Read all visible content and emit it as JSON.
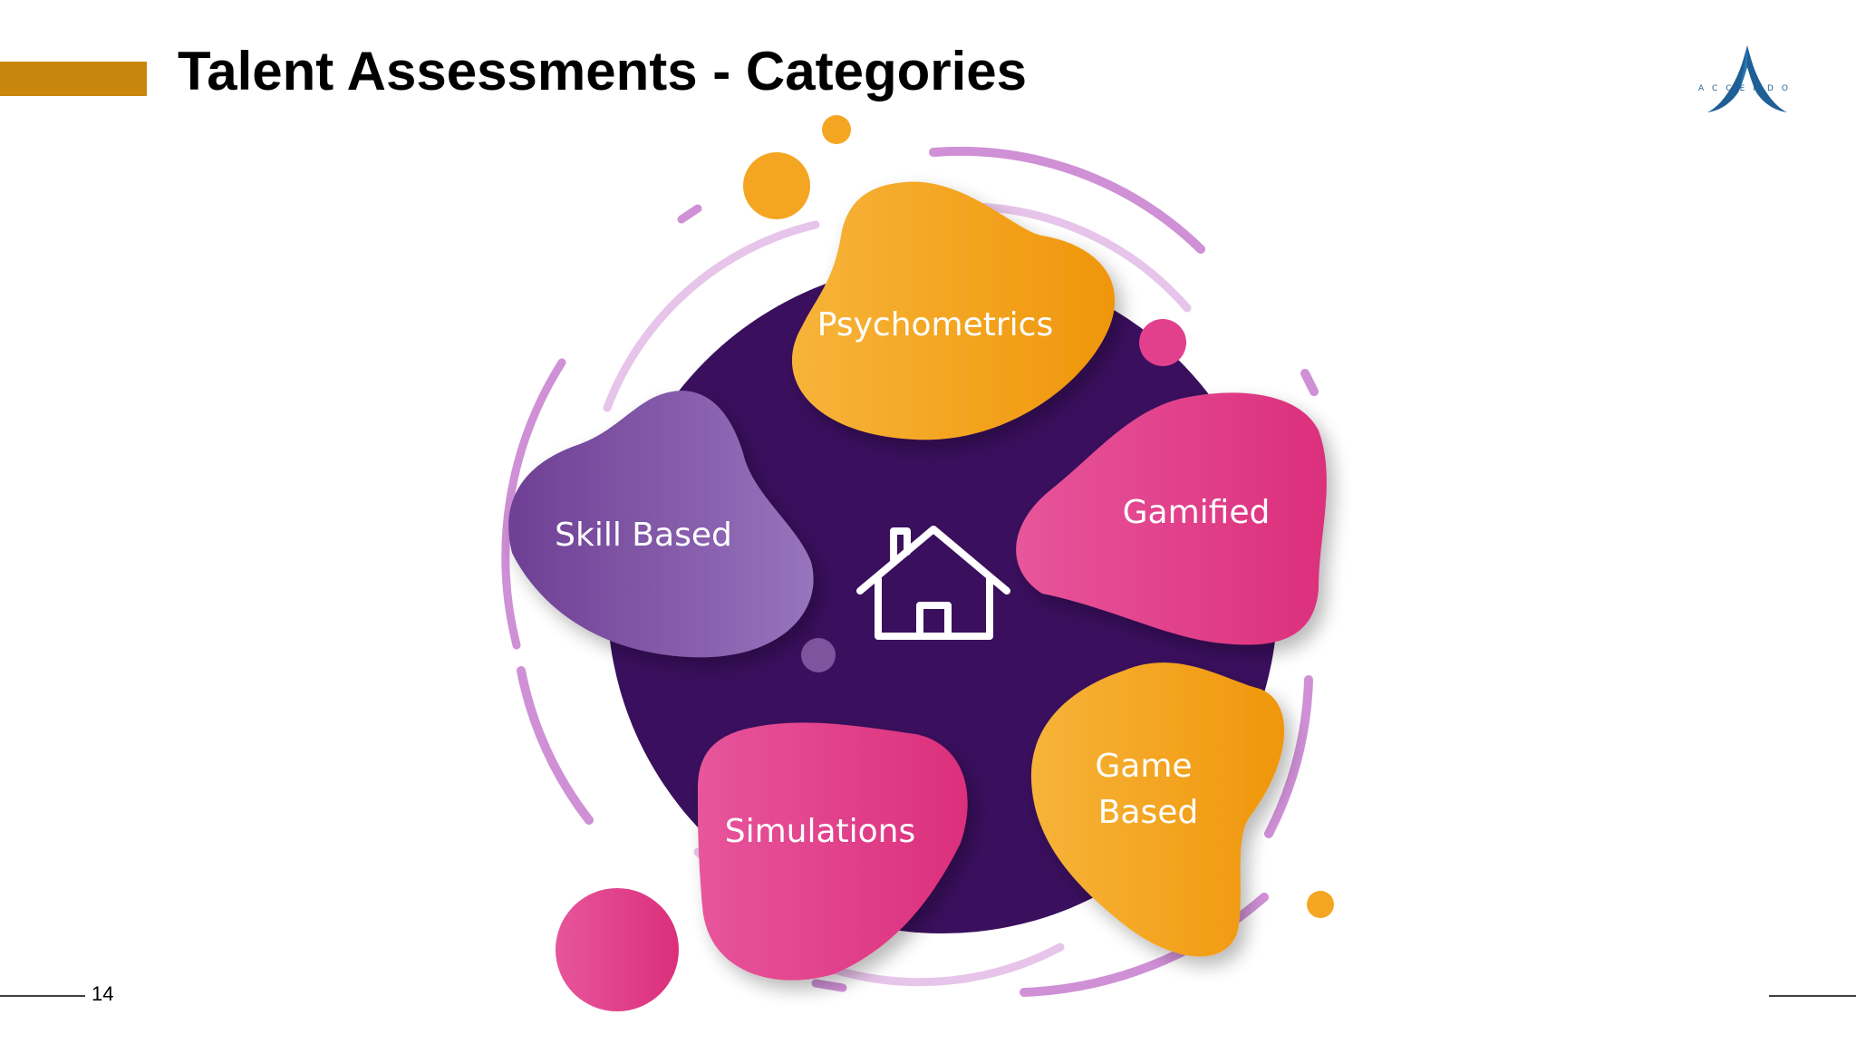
{
  "slide": {
    "title": "Talent Assessments - Categories",
    "page_number": "14",
    "accent_color": "#c8860d"
  },
  "logo": {
    "text": "ACCENDO",
    "color": "#1f5f96"
  },
  "diagram": {
    "center_icon": "house-icon",
    "center_color": "#3a0f5e",
    "categories": [
      {
        "label": "Psychometrics",
        "color": "#f4a622"
      },
      {
        "label": "Gamified",
        "color": "#e13c88"
      },
      {
        "label": "Game",
        "label_line2": "Based",
        "color": "#f4a622"
      },
      {
        "label": "Simulations",
        "color": "#e13c88"
      },
      {
        "label": "Skill Based",
        "color": "#7a4b9c"
      }
    ]
  }
}
